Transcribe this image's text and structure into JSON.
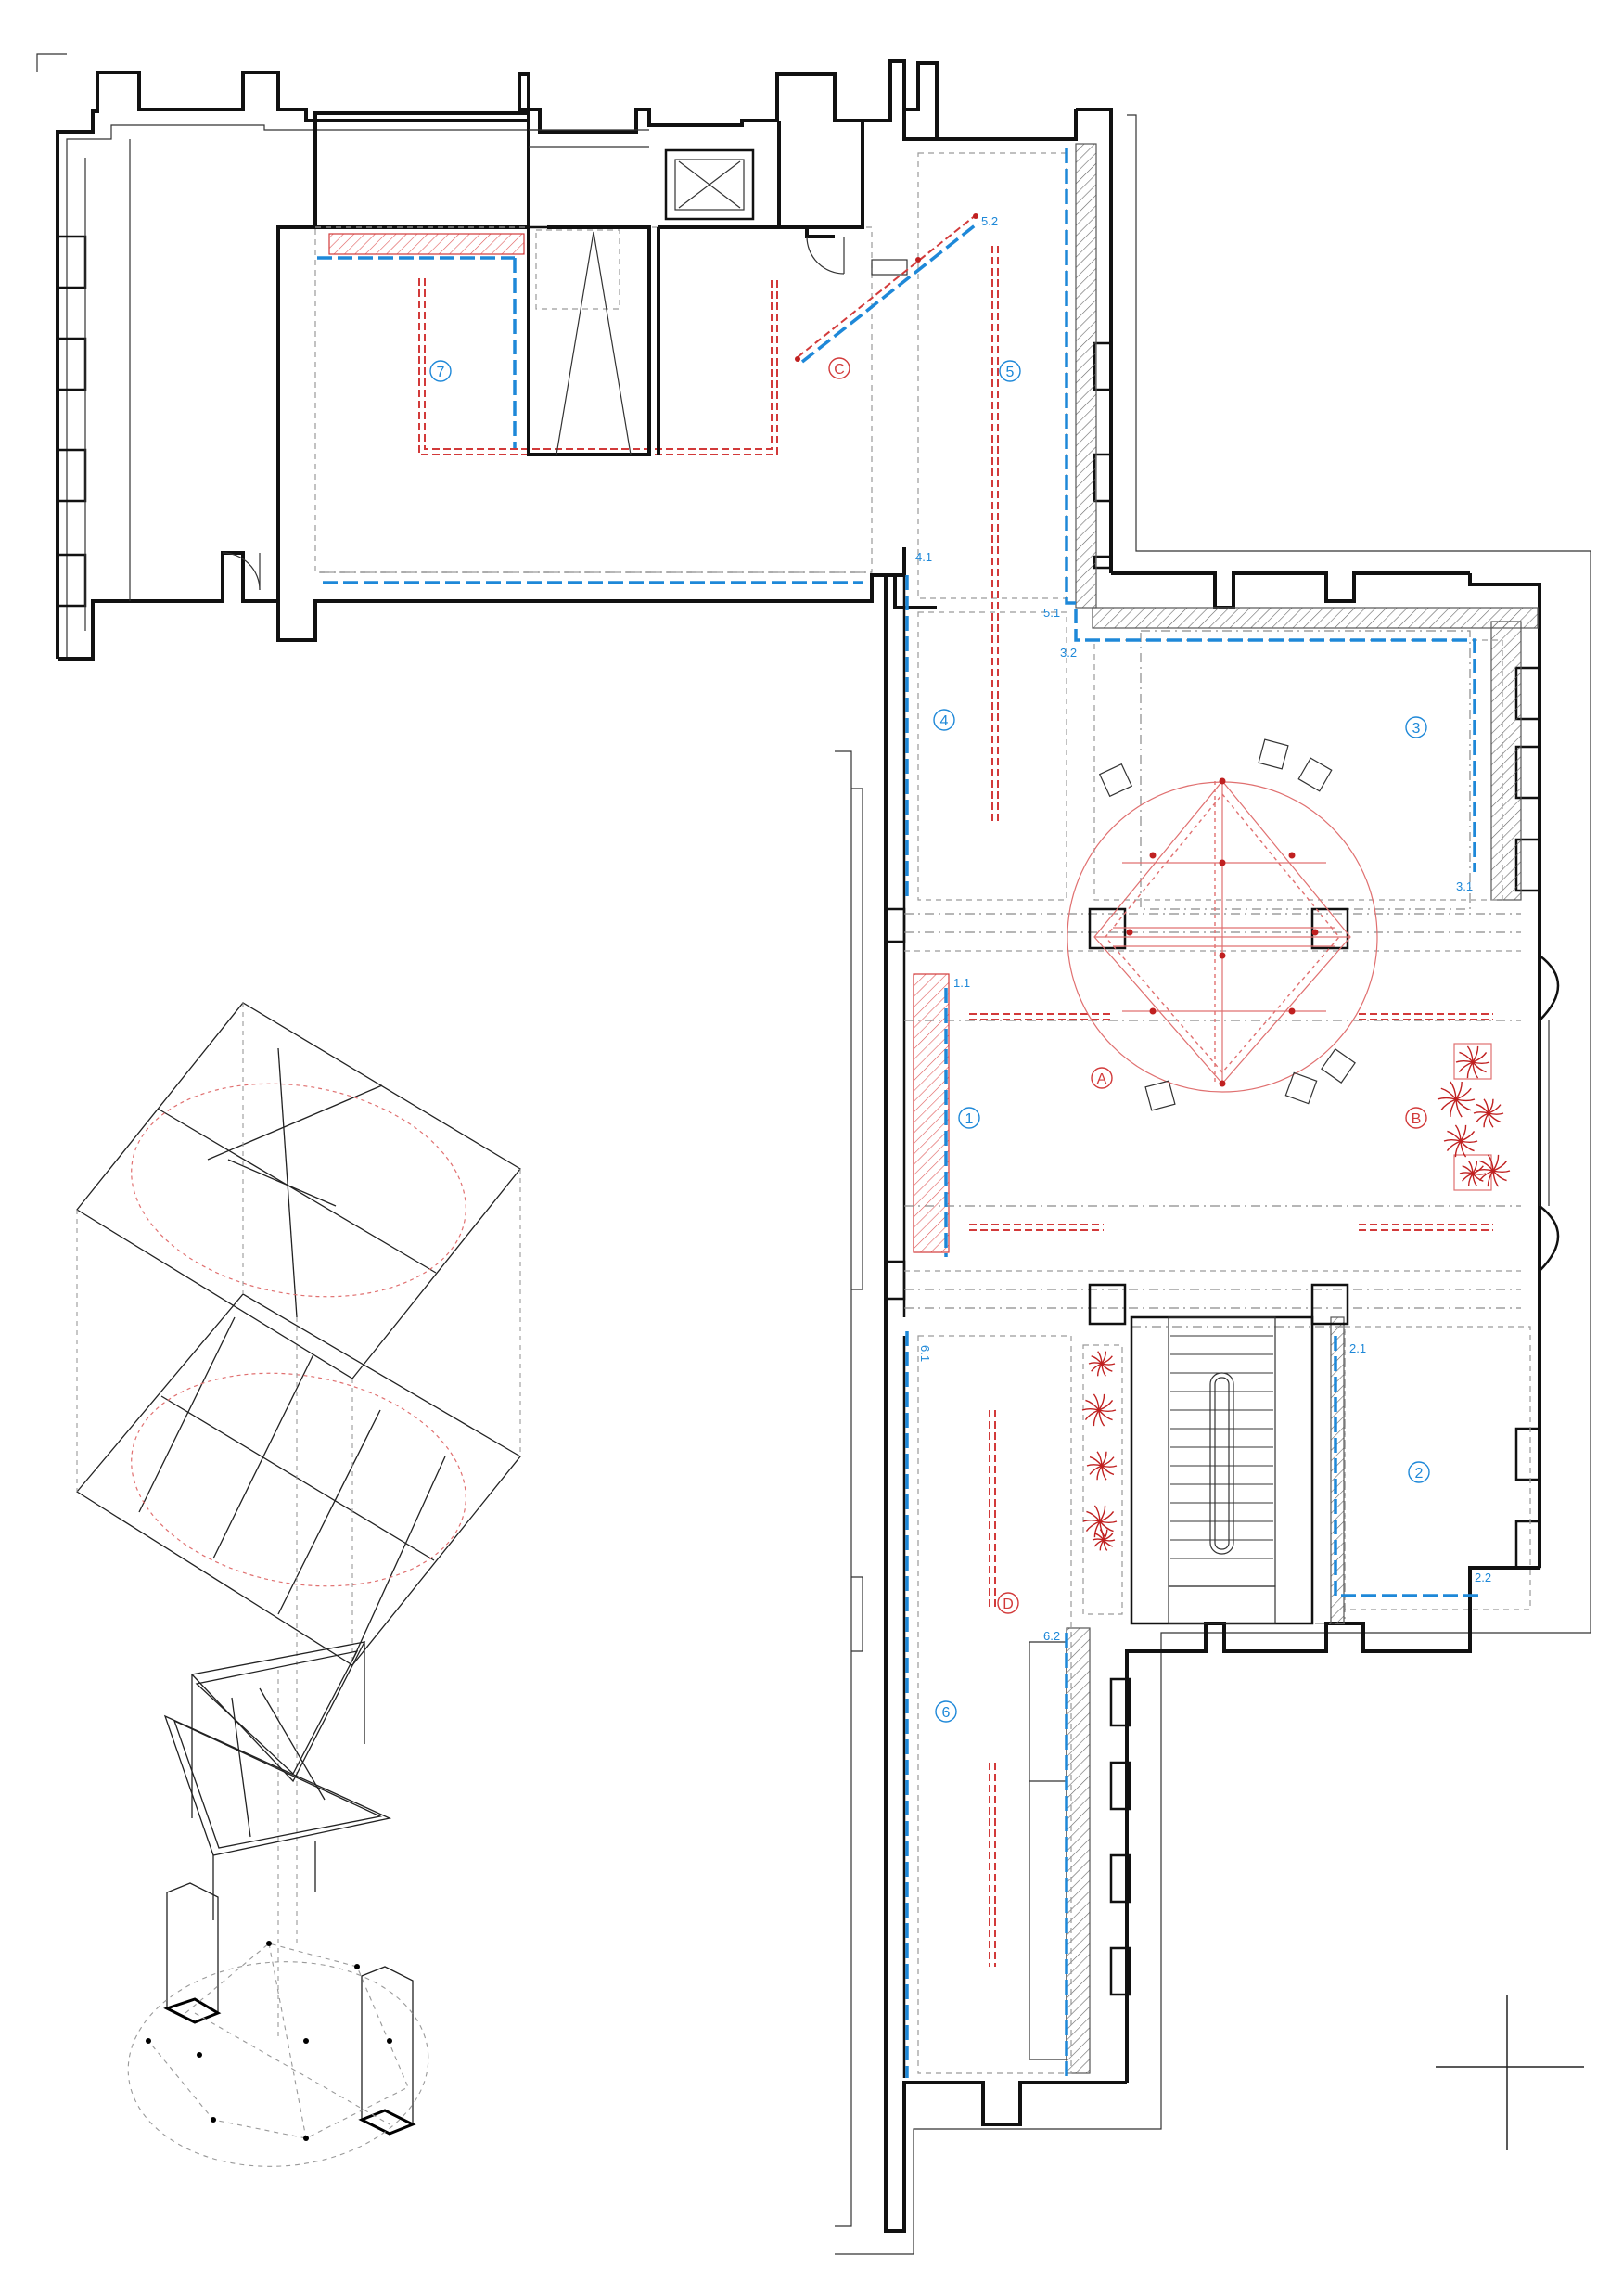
{
  "colors": {
    "wall": "#111111",
    "blue_annotation": "#1e88d8",
    "red_annotation": "#d23a3a",
    "guide_grey": "#8a8a8a"
  },
  "rooms": [
    {
      "id": "room-1",
      "label": "1"
    },
    {
      "id": "room-2",
      "label": "2"
    },
    {
      "id": "room-3",
      "label": "3"
    },
    {
      "id": "room-4",
      "label": "4"
    },
    {
      "id": "room-5",
      "label": "5"
    },
    {
      "id": "room-6",
      "label": "6"
    },
    {
      "id": "room-7",
      "label": "7"
    }
  ],
  "zones": [
    {
      "id": "zone-a",
      "label": "A"
    },
    {
      "id": "zone-b",
      "label": "B"
    },
    {
      "id": "zone-c",
      "label": "C"
    },
    {
      "id": "zone-d",
      "label": "D"
    }
  ],
  "wall_labels": [
    {
      "id": "wall-1-1",
      "label": "1.1"
    },
    {
      "id": "wall-2-1",
      "label": "2.1"
    },
    {
      "id": "wall-2-2",
      "label": "2.2"
    },
    {
      "id": "wall-3-1",
      "label": "3.1"
    },
    {
      "id": "wall-3-2",
      "label": "3.2"
    },
    {
      "id": "wall-4-1",
      "label": "4.1"
    },
    {
      "id": "wall-5-1",
      "label": "5.1"
    },
    {
      "id": "wall-5-2",
      "label": "5.2"
    },
    {
      "id": "wall-6-1",
      "label": "6.1"
    },
    {
      "id": "wall-6-2",
      "label": "6.2"
    }
  ]
}
